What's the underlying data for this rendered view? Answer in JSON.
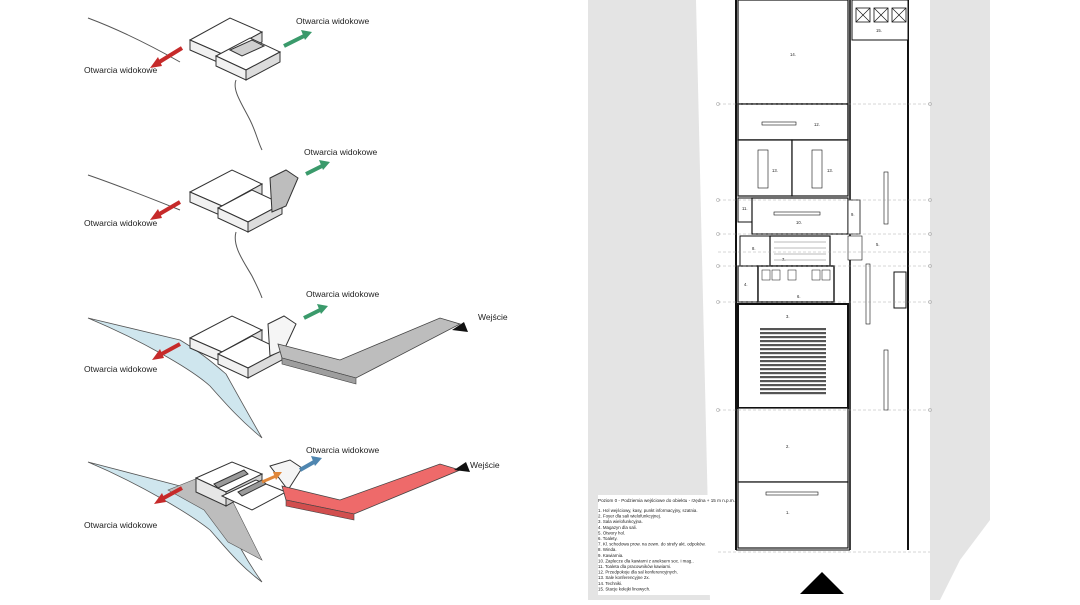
{
  "diagrams": {
    "labels": {
      "view_openings": "Otwarcia widokowe",
      "entrance": "Wejście"
    },
    "colors": {
      "water": "#cfe6ee",
      "grey_path": "#bdbdbd",
      "entrance_path": "#ee6a6a",
      "arrow_red": "#c62a2a",
      "arrow_green": "#3a9a6b",
      "arrow_blue": "#4f86b0",
      "arrow_orange": "#e0873a"
    }
  },
  "plan": {
    "level_title": "Poziom 0 - Podziemia wejściowe do obiektu - rzędna + 15 m n.p.m.",
    "legend": [
      "1. Hol wejściowy, kasy, punkt informacyjny, szatnia.",
      "2. Foyer dla sali wielofunkcyjnej.",
      "3. Sala wielofunkcyjna.",
      "4. Magazyn dla sali.",
      "5. Otwory hol.",
      "6. Toalety.",
      "7. Kl. schodowa prow. na zewn. do strefy akt. odpoków.",
      "8. Winda.",
      "9. Kawiarnia.",
      "10. Zaplecze dla kawiarni z aneksem soc. i mag..",
      "11. Toaleta dla pracowników kawiarni.",
      "12. Przedpokoje dla sal konferencyjnych.",
      "13. Sale konferencyjne 2x.",
      "14. Techniki.",
      "15. Stacje kolejki linowych."
    ],
    "room_numbers": [
      "1.",
      "2.",
      "3.",
      "4.",
      "5.",
      "6.",
      "7.",
      "8.",
      "9.",
      "10.",
      "11.",
      "12.",
      "13.",
      "13.",
      "14.",
      "15."
    ]
  }
}
